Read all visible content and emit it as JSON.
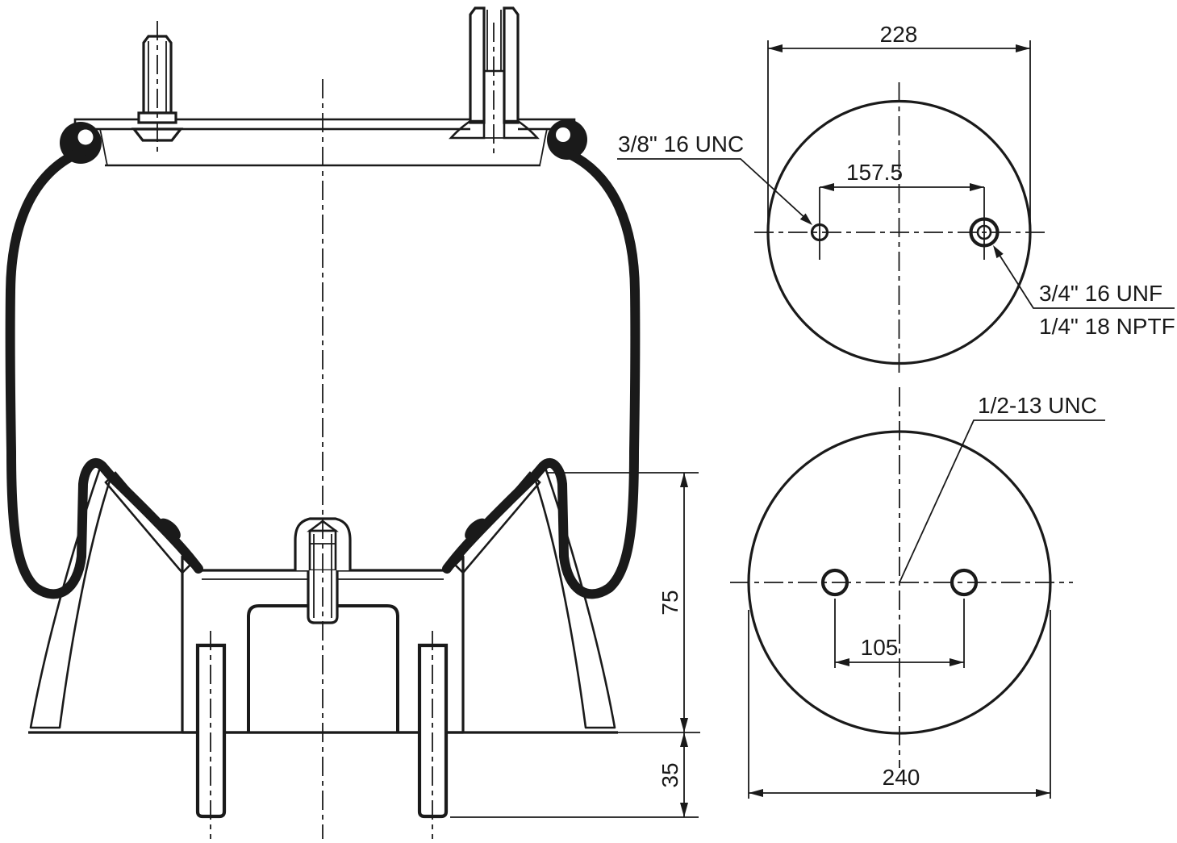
{
  "drawing": {
    "side_view": {
      "dim_height_upper": "75",
      "dim_height_lower": "35"
    },
    "top_view": {
      "dim_diameter": "228",
      "dim_hole_spacing": "157.5",
      "label_stud_thread": "3/8\" 16 UNC",
      "label_air_fitting_line1": "3/4\" 16 UNF",
      "label_air_fitting_line2": "1/4\" 18 NPTF"
    },
    "bottom_view": {
      "dim_diameter": "240",
      "dim_stud_spacing": "105",
      "label_stud_thread": "1/2-13 UNC"
    },
    "colors": {
      "line": "#1a1a1a",
      "background": "#ffffff"
    }
  }
}
